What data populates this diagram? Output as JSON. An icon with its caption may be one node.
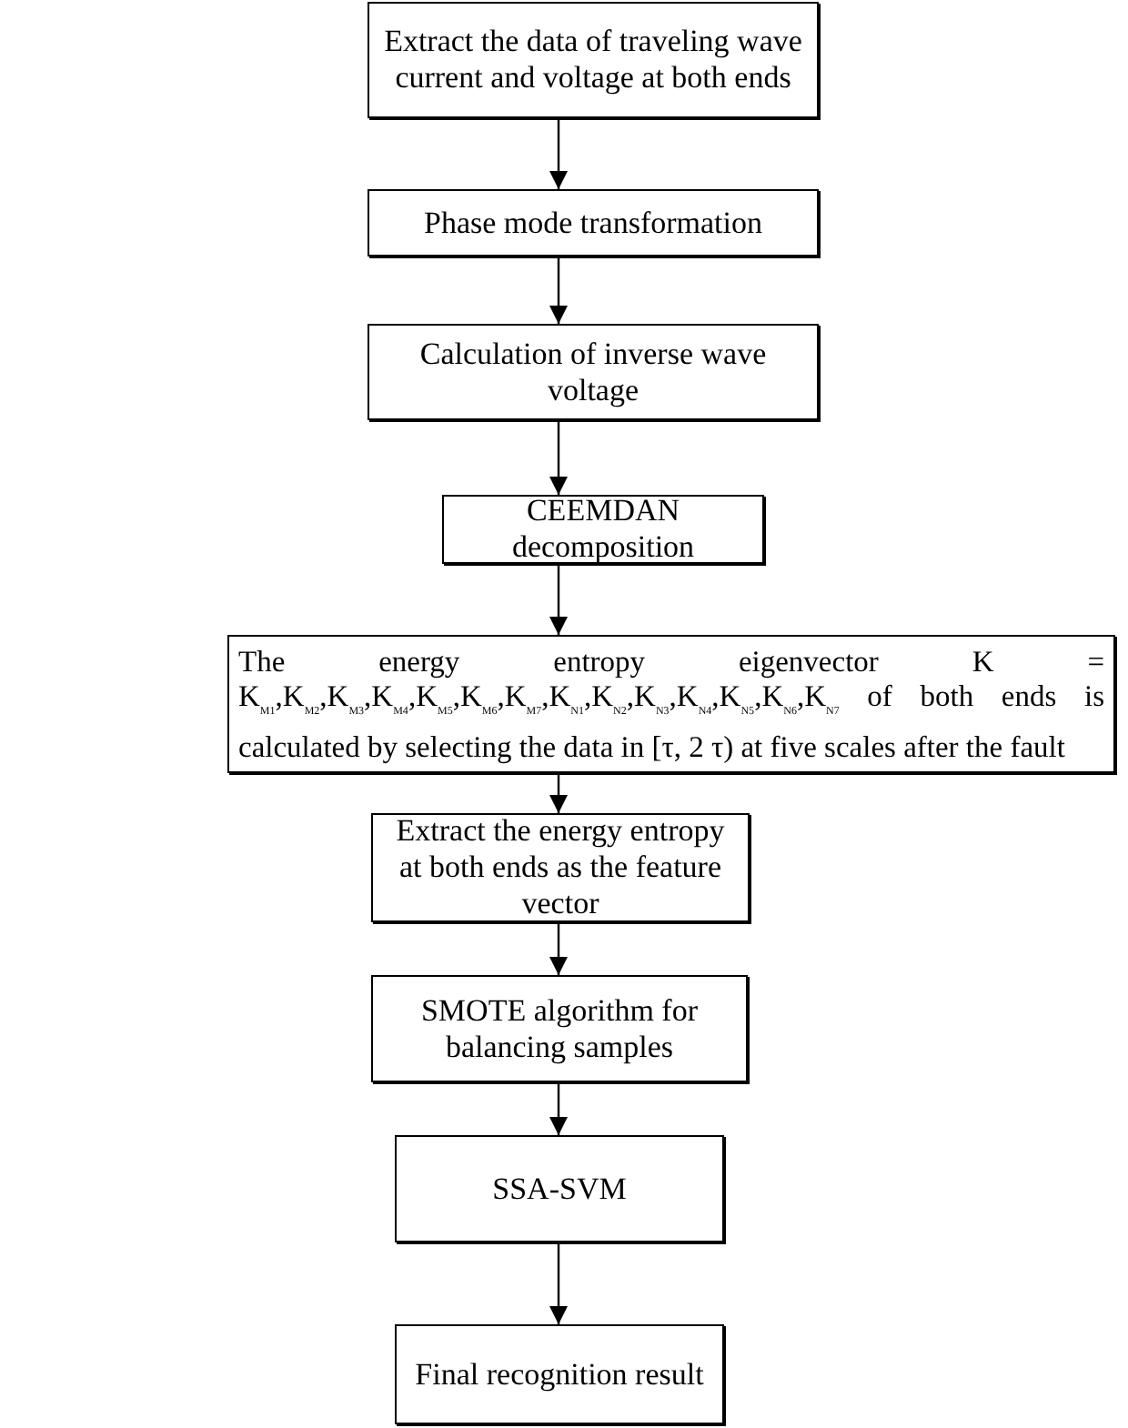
{
  "diagram": {
    "nodes": [
      {
        "text": [
          "Extract the data of traveling wave current and voltage at both ends"
        ]
      },
      {
        "text": [
          "Phase mode transformation"
        ]
      },
      {
        "text": [
          "Calculation of inverse wave voltage"
        ]
      },
      {
        "text": [
          "CEEMDAN decomposition"
        ]
      },
      {
        "text": [
          "The energy entropy eigenvector K = K$_{M1}$,K$_{M2}$,K$_{M3}$,K$_{M4}$,K$_{M5}$,K$_{M6}$,K$_{M7}$,K$_{N1}$,K$_{N2}$,K$_{N3}$,K$_{N4}$,K$_{N5}$,K$_{N6}$,K$_{N7}$ of both ends is calculated by selecting the data in [τ, 2 τ) at five scales after the fault"
        ]
      },
      {
        "text": [
          "Extract the energy entropy at both ends as the feature vector"
        ]
      },
      {
        "text": [
          "SMOTE algorithm for balancing samples"
        ]
      },
      {
        "text": [
          "SSA-SVM"
        ]
      },
      {
        "text": [
          "Final recognition result"
        ]
      }
    ],
    "edges": [
      {
        "from": 0,
        "to": 1,
        "arrow": "to"
      },
      {
        "from": 1,
        "to": 2,
        "arrow": "to"
      },
      {
        "from": 2,
        "to": 3,
        "arrow": "to"
      },
      {
        "from": 3,
        "to": 4,
        "arrow": "to"
      },
      {
        "from": 4,
        "to": 5,
        "arrow": "to"
      },
      {
        "from": 5,
        "to": 6,
        "arrow": "to"
      },
      {
        "from": 6,
        "to": 7,
        "arrow": "to"
      },
      {
        "from": 7,
        "to": 8,
        "arrow": "to"
      }
    ]
  }
}
